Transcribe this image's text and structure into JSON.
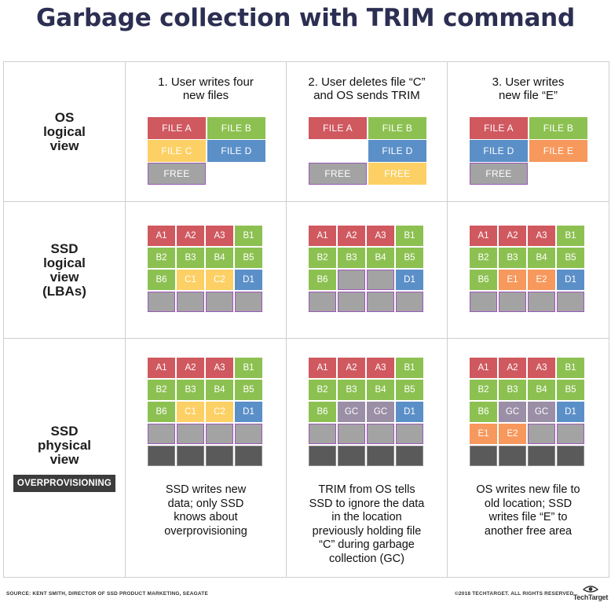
{
  "title": "Garbage collection with TRIM command",
  "colors": {
    "red": "#d0585f",
    "green": "#8cc152",
    "yellow": "#fcd064",
    "blue": "#5b8fc8",
    "orange": "#f7985c",
    "purple": "#9a8fa6",
    "gray": "#a3a3a3",
    "dark": "#5a5a5a"
  },
  "rows": [
    {
      "label_lines": [
        "OS",
        "logical",
        "view"
      ]
    },
    {
      "label_lines": [
        "SSD",
        "logical",
        "view",
        "(LBAs)"
      ]
    },
    {
      "label_lines": [
        "SSD",
        "physical",
        "view"
      ],
      "badge": "OVERPROVISIONING"
    }
  ],
  "columns": [
    {
      "header_lines": [
        "1. User writes four",
        "new files"
      ],
      "files": [
        {
          "label": "FILE A",
          "color": "#d0585f"
        },
        {
          "label": "FILE B",
          "color": "#8cc152"
        },
        {
          "label": "FILE C",
          "color": "#fcd064"
        },
        {
          "label": "FILE D",
          "color": "#5b8fc8"
        },
        {
          "label": "FREE",
          "color": "#a3a3a3"
        },
        {
          "label": "",
          "color": "transparent"
        }
      ],
      "lba": [
        {
          "label": "A1",
          "color": "#d0585f"
        },
        {
          "label": "A2",
          "color": "#d0585f"
        },
        {
          "label": "A3",
          "color": "#d0585f"
        },
        {
          "label": "B1",
          "color": "#8cc152"
        },
        {
          "label": "B2",
          "color": "#8cc152"
        },
        {
          "label": "B3",
          "color": "#8cc152"
        },
        {
          "label": "B4",
          "color": "#8cc152"
        },
        {
          "label": "B5",
          "color": "#8cc152"
        },
        {
          "label": "B6",
          "color": "#8cc152"
        },
        {
          "label": "C1",
          "color": "#fcd064"
        },
        {
          "label": "C2",
          "color": "#fcd064"
        },
        {
          "label": "D1",
          "color": "#5b8fc8"
        },
        {
          "label": "",
          "color": "#a3a3a3"
        },
        {
          "label": "",
          "color": "#a3a3a3"
        },
        {
          "label": "",
          "color": "#a3a3a3"
        },
        {
          "label": "",
          "color": "#a3a3a3"
        }
      ],
      "physical": [
        {
          "label": "A1",
          "color": "#d0585f"
        },
        {
          "label": "A2",
          "color": "#d0585f"
        },
        {
          "label": "A3",
          "color": "#d0585f"
        },
        {
          "label": "B1",
          "color": "#8cc152"
        },
        {
          "label": "B2",
          "color": "#8cc152"
        },
        {
          "label": "B3",
          "color": "#8cc152"
        },
        {
          "label": "B4",
          "color": "#8cc152"
        },
        {
          "label": "B5",
          "color": "#8cc152"
        },
        {
          "label": "B6",
          "color": "#8cc152"
        },
        {
          "label": "C1",
          "color": "#fcd064"
        },
        {
          "label": "C2",
          "color": "#fcd064"
        },
        {
          "label": "D1",
          "color": "#5b8fc8"
        },
        {
          "label": "",
          "color": "#a3a3a3"
        },
        {
          "label": "",
          "color": "#a3a3a3"
        },
        {
          "label": "",
          "color": "#a3a3a3"
        },
        {
          "label": "",
          "color": "#a3a3a3"
        },
        {
          "label": "",
          "color": "#5a5a5a"
        },
        {
          "label": "",
          "color": "#5a5a5a"
        },
        {
          "label": "",
          "color": "#5a5a5a"
        },
        {
          "label": "",
          "color": "#5a5a5a"
        }
      ],
      "desc_lines": [
        "SSD writes new",
        "data; only SSD",
        "knows about",
        "overprovisioning"
      ]
    },
    {
      "header_lines": [
        "2. User deletes file “C”",
        "and OS sends TRIM"
      ],
      "files": [
        {
          "label": "FILE A",
          "color": "#d0585f"
        },
        {
          "label": "FILE B",
          "color": "#8cc152"
        },
        {
          "label": "",
          "color": "transparent"
        },
        {
          "label": "FILE D",
          "color": "#5b8fc8"
        },
        {
          "label": "FREE",
          "color": "#a3a3a3"
        },
        {
          "label": "FREE",
          "color": "#fcd064"
        }
      ],
      "lba": [
        {
          "label": "A1",
          "color": "#d0585f"
        },
        {
          "label": "A2",
          "color": "#d0585f"
        },
        {
          "label": "A3",
          "color": "#d0585f"
        },
        {
          "label": "B1",
          "color": "#8cc152"
        },
        {
          "label": "B2",
          "color": "#8cc152"
        },
        {
          "label": "B3",
          "color": "#8cc152"
        },
        {
          "label": "B4",
          "color": "#8cc152"
        },
        {
          "label": "B5",
          "color": "#8cc152"
        },
        {
          "label": "B6",
          "color": "#8cc152"
        },
        {
          "label": "",
          "color": "#a3a3a3"
        },
        {
          "label": "",
          "color": "#a3a3a3"
        },
        {
          "label": "D1",
          "color": "#5b8fc8"
        },
        {
          "label": "",
          "color": "#a3a3a3"
        },
        {
          "label": "",
          "color": "#a3a3a3"
        },
        {
          "label": "",
          "color": "#a3a3a3"
        },
        {
          "label": "",
          "color": "#a3a3a3"
        }
      ],
      "physical": [
        {
          "label": "A1",
          "color": "#d0585f"
        },
        {
          "label": "A2",
          "color": "#d0585f"
        },
        {
          "label": "A3",
          "color": "#d0585f"
        },
        {
          "label": "B1",
          "color": "#8cc152"
        },
        {
          "label": "B2",
          "color": "#8cc152"
        },
        {
          "label": "B3",
          "color": "#8cc152"
        },
        {
          "label": "B4",
          "color": "#8cc152"
        },
        {
          "label": "B5",
          "color": "#8cc152"
        },
        {
          "label": "B6",
          "color": "#8cc152"
        },
        {
          "label": "GC",
          "color": "#9a8fa6"
        },
        {
          "label": "GC",
          "color": "#9a8fa6"
        },
        {
          "label": "D1",
          "color": "#5b8fc8"
        },
        {
          "label": "",
          "color": "#a3a3a3"
        },
        {
          "label": "",
          "color": "#a3a3a3"
        },
        {
          "label": "",
          "color": "#a3a3a3"
        },
        {
          "label": "",
          "color": "#a3a3a3"
        },
        {
          "label": "",
          "color": "#5a5a5a"
        },
        {
          "label": "",
          "color": "#5a5a5a"
        },
        {
          "label": "",
          "color": "#5a5a5a"
        },
        {
          "label": "",
          "color": "#5a5a5a"
        }
      ],
      "desc_lines": [
        "TRIM from OS tells",
        "SSD to ignore the data",
        "in the location",
        "previously holding file",
        "“C” during garbage",
        "collection (GC)"
      ]
    },
    {
      "header_lines": [
        "3. User writes",
        "new file “E”"
      ],
      "files": [
        {
          "label": "FILE A",
          "color": "#d0585f"
        },
        {
          "label": "FILE B",
          "color": "#8cc152"
        },
        {
          "label": "FILE D",
          "color": "#5b8fc8"
        },
        {
          "label": "FILE E",
          "color": "#f7985c"
        },
        {
          "label": "FREE",
          "color": "#a3a3a3"
        },
        {
          "label": "",
          "color": "transparent"
        }
      ],
      "lba": [
        {
          "label": "A1",
          "color": "#d0585f"
        },
        {
          "label": "A2",
          "color": "#d0585f"
        },
        {
          "label": "A3",
          "color": "#d0585f"
        },
        {
          "label": "B1",
          "color": "#8cc152"
        },
        {
          "label": "B2",
          "color": "#8cc152"
        },
        {
          "label": "B3",
          "color": "#8cc152"
        },
        {
          "label": "B4",
          "color": "#8cc152"
        },
        {
          "label": "B5",
          "color": "#8cc152"
        },
        {
          "label": "B6",
          "color": "#8cc152"
        },
        {
          "label": "E1",
          "color": "#f7985c"
        },
        {
          "label": "E2",
          "color": "#f7985c"
        },
        {
          "label": "D1",
          "color": "#5b8fc8"
        },
        {
          "label": "",
          "color": "#a3a3a3"
        },
        {
          "label": "",
          "color": "#a3a3a3"
        },
        {
          "label": "",
          "color": "#a3a3a3"
        },
        {
          "label": "",
          "color": "#a3a3a3"
        }
      ],
      "physical": [
        {
          "label": "A1",
          "color": "#d0585f"
        },
        {
          "label": "A2",
          "color": "#d0585f"
        },
        {
          "label": "A3",
          "color": "#d0585f"
        },
        {
          "label": "B1",
          "color": "#8cc152"
        },
        {
          "label": "B2",
          "color": "#8cc152"
        },
        {
          "label": "B3",
          "color": "#8cc152"
        },
        {
          "label": "B4",
          "color": "#8cc152"
        },
        {
          "label": "B5",
          "color": "#8cc152"
        },
        {
          "label": "B6",
          "color": "#8cc152"
        },
        {
          "label": "GC",
          "color": "#9a8fa6"
        },
        {
          "label": "GC",
          "color": "#9a8fa6"
        },
        {
          "label": "D1",
          "color": "#5b8fc8"
        },
        {
          "label": "E1",
          "color": "#f7985c"
        },
        {
          "label": "E2",
          "color": "#f7985c"
        },
        {
          "label": "",
          "color": "#a3a3a3"
        },
        {
          "label": "",
          "color": "#a3a3a3"
        },
        {
          "label": "",
          "color": "#5a5a5a"
        },
        {
          "label": "",
          "color": "#5a5a5a"
        },
        {
          "label": "",
          "color": "#5a5a5a"
        },
        {
          "label": "",
          "color": "#5a5a5a"
        }
      ],
      "desc_lines": [
        "OS writes new file to",
        "old location; SSD",
        "writes file “E” to",
        "another free area"
      ]
    }
  ],
  "footer": {
    "source": "SOURCE: KENT SMITH, DIRECTOR OF SSD PRODUCT MARKETING, SEAGATE",
    "copyright": "©2018 TECHTARGET. ALL RIGHTS RESERVED",
    "logo_text": "TechTarget",
    "logo_icon": "techtarget-eye-icon"
  }
}
